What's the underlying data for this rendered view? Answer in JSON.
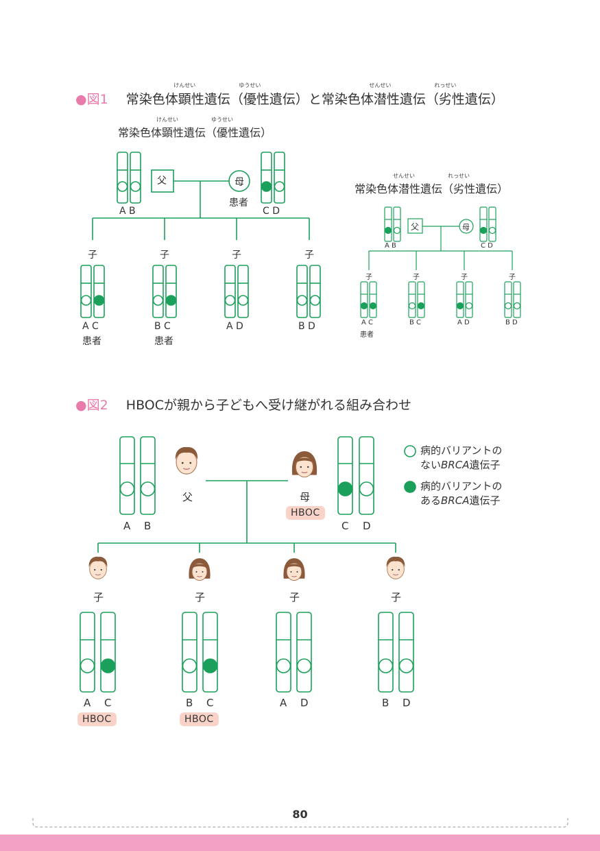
{
  "fig1": {
    "prefix": "●図",
    "number": "1",
    "title_parts": [
      "常染色体",
      "顕",
      "性遺伝（",
      "優",
      "性遺伝）と常染色体",
      "潜",
      "性遺伝（",
      "劣",
      "性遺伝）"
    ],
    "ruby": [
      "けんせい",
      "ゆうせい",
      "せんせい",
      "れっせい"
    ],
    "dominant": {
      "title_parts": [
        "常染色体",
        "顕",
        "性遺伝（",
        "優",
        "性遺伝）"
      ],
      "ruby": [
        "けんせい",
        "ゆうせい"
      ],
      "father": "父",
      "mother": "母",
      "mother_status": "患者",
      "father_genes": "A B",
      "mother_genes": "C D",
      "child_label": "子",
      "children": [
        {
          "genes": "A C",
          "status": "患者"
        },
        {
          "genes": "B C",
          "status": "患者"
        },
        {
          "genes": "A D",
          "status": ""
        },
        {
          "genes": "B D",
          "status": ""
        }
      ]
    },
    "recessive": {
      "title_parts": [
        "常染色体",
        "潜",
        "性遺伝（",
        "劣",
        "性遺伝）"
      ],
      "ruby": [
        "せんせい",
        "れっせい"
      ],
      "father": "父",
      "mother": "母",
      "father_genes": "A B",
      "mother_genes": "C D",
      "child_label": "子",
      "children": [
        {
          "genes": "A C",
          "status": "患者"
        },
        {
          "genes": "B C",
          "status": ""
        },
        {
          "genes": "A D",
          "status": ""
        },
        {
          "genes": "B D",
          "status": ""
        }
      ]
    }
  },
  "fig2": {
    "prefix": "●図",
    "number": "2",
    "title": "HBOCが親から子どもへ受け継がれる組み合わせ",
    "father": "父",
    "mother": "母",
    "mother_badge": "HBOC",
    "father_genes": [
      "A",
      "B"
    ],
    "mother_genes": [
      "C",
      "D"
    ],
    "child_label": "子",
    "children": [
      {
        "genes": [
          "A",
          "C"
        ],
        "badge": "HBOC"
      },
      {
        "genes": [
          "B",
          "C"
        ],
        "badge": "HBOC"
      },
      {
        "genes": [
          "A",
          "D"
        ],
        "badge": ""
      },
      {
        "genes": [
          "B",
          "D"
        ],
        "badge": ""
      }
    ],
    "legend": [
      {
        "line1": "病的バリアントの",
        "line2_pre": "ない",
        "line2_em": "BRCA",
        "line2_post": "遺伝子"
      },
      {
        "line1": "病的バリアントの",
        "line2_pre": "ある",
        "line2_em": "BRCA",
        "line2_post": "遺伝子"
      }
    ]
  },
  "colors": {
    "green": "#1aa05a",
    "pink": "#e97bab",
    "badge": "#f9d3c7",
    "footer": "#f2a2c5"
  },
  "page_number": "80"
}
